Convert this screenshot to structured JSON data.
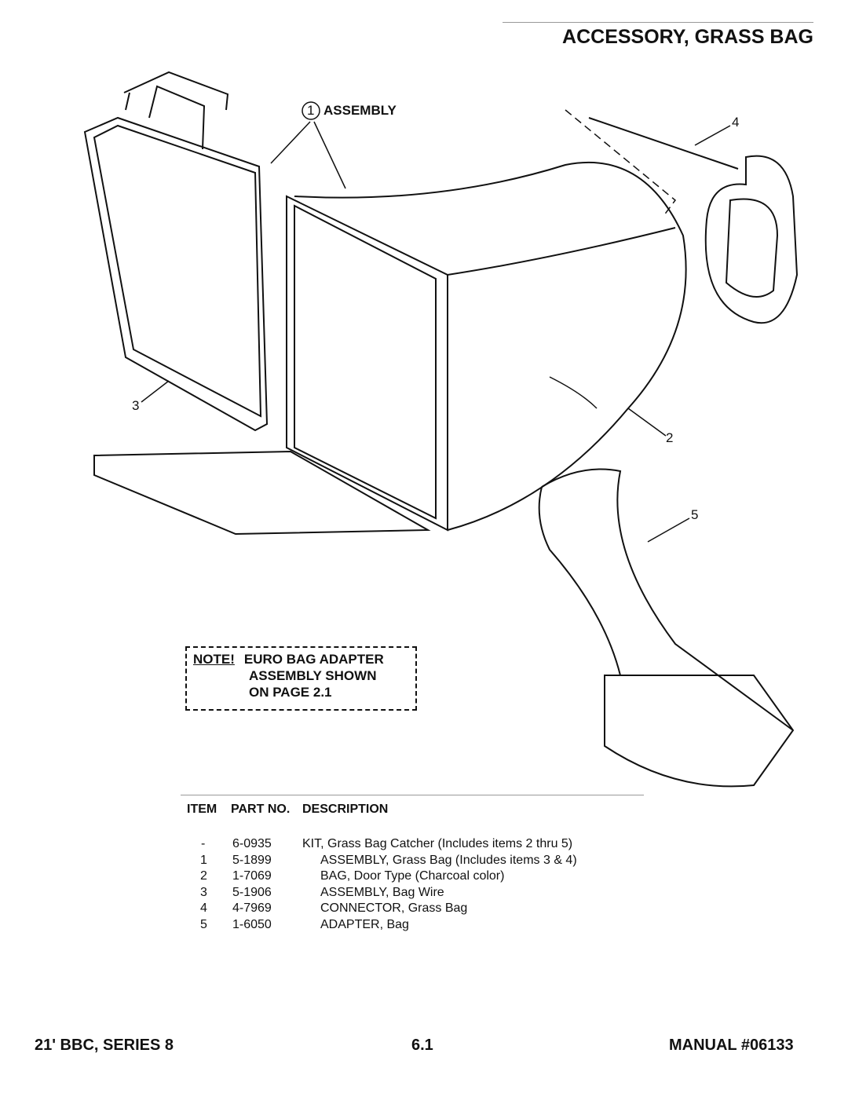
{
  "header": {
    "title": "ACCESSORY, GRASS BAG"
  },
  "diagram": {
    "callouts": {
      "assembly_num": "1",
      "assembly_label": "ASSEMBLY",
      "bag": "2",
      "wire": "3",
      "connector": "4",
      "adapter": "5"
    }
  },
  "note": {
    "label": "NOTE!",
    "line1": "EURO BAG ADAPTER",
    "line2": "ASSEMBLY SHOWN",
    "line3": "ON PAGE 2.1"
  },
  "parts_table": {
    "headers": {
      "item": "ITEM",
      "part_no": "PART NO.",
      "description": "DESCRIPTION"
    },
    "rows": [
      {
        "item": "-",
        "part_no": "6-0935",
        "description": "KIT, Grass Bag Catcher (Includes items 2 thru 5)"
      },
      {
        "item": "1",
        "part_no": "5-1899",
        "description": "ASSEMBLY, Grass Bag (Includes items 3 & 4)"
      },
      {
        "item": "2",
        "part_no": "1-7069",
        "description": "BAG, Door Type (Charcoal color)"
      },
      {
        "item": "3",
        "part_no": "5-1906",
        "description": "ASSEMBLY, Bag Wire"
      },
      {
        "item": "4",
        "part_no": "4-7969",
        "description": "CONNECTOR, Grass Bag"
      },
      {
        "item": "5",
        "part_no": "1-6050",
        "description": "ADAPTER, Bag"
      }
    ]
  },
  "footer": {
    "left": "21' BBC, SERIES 8",
    "center": "6.1",
    "right": "MANUAL #06133"
  }
}
